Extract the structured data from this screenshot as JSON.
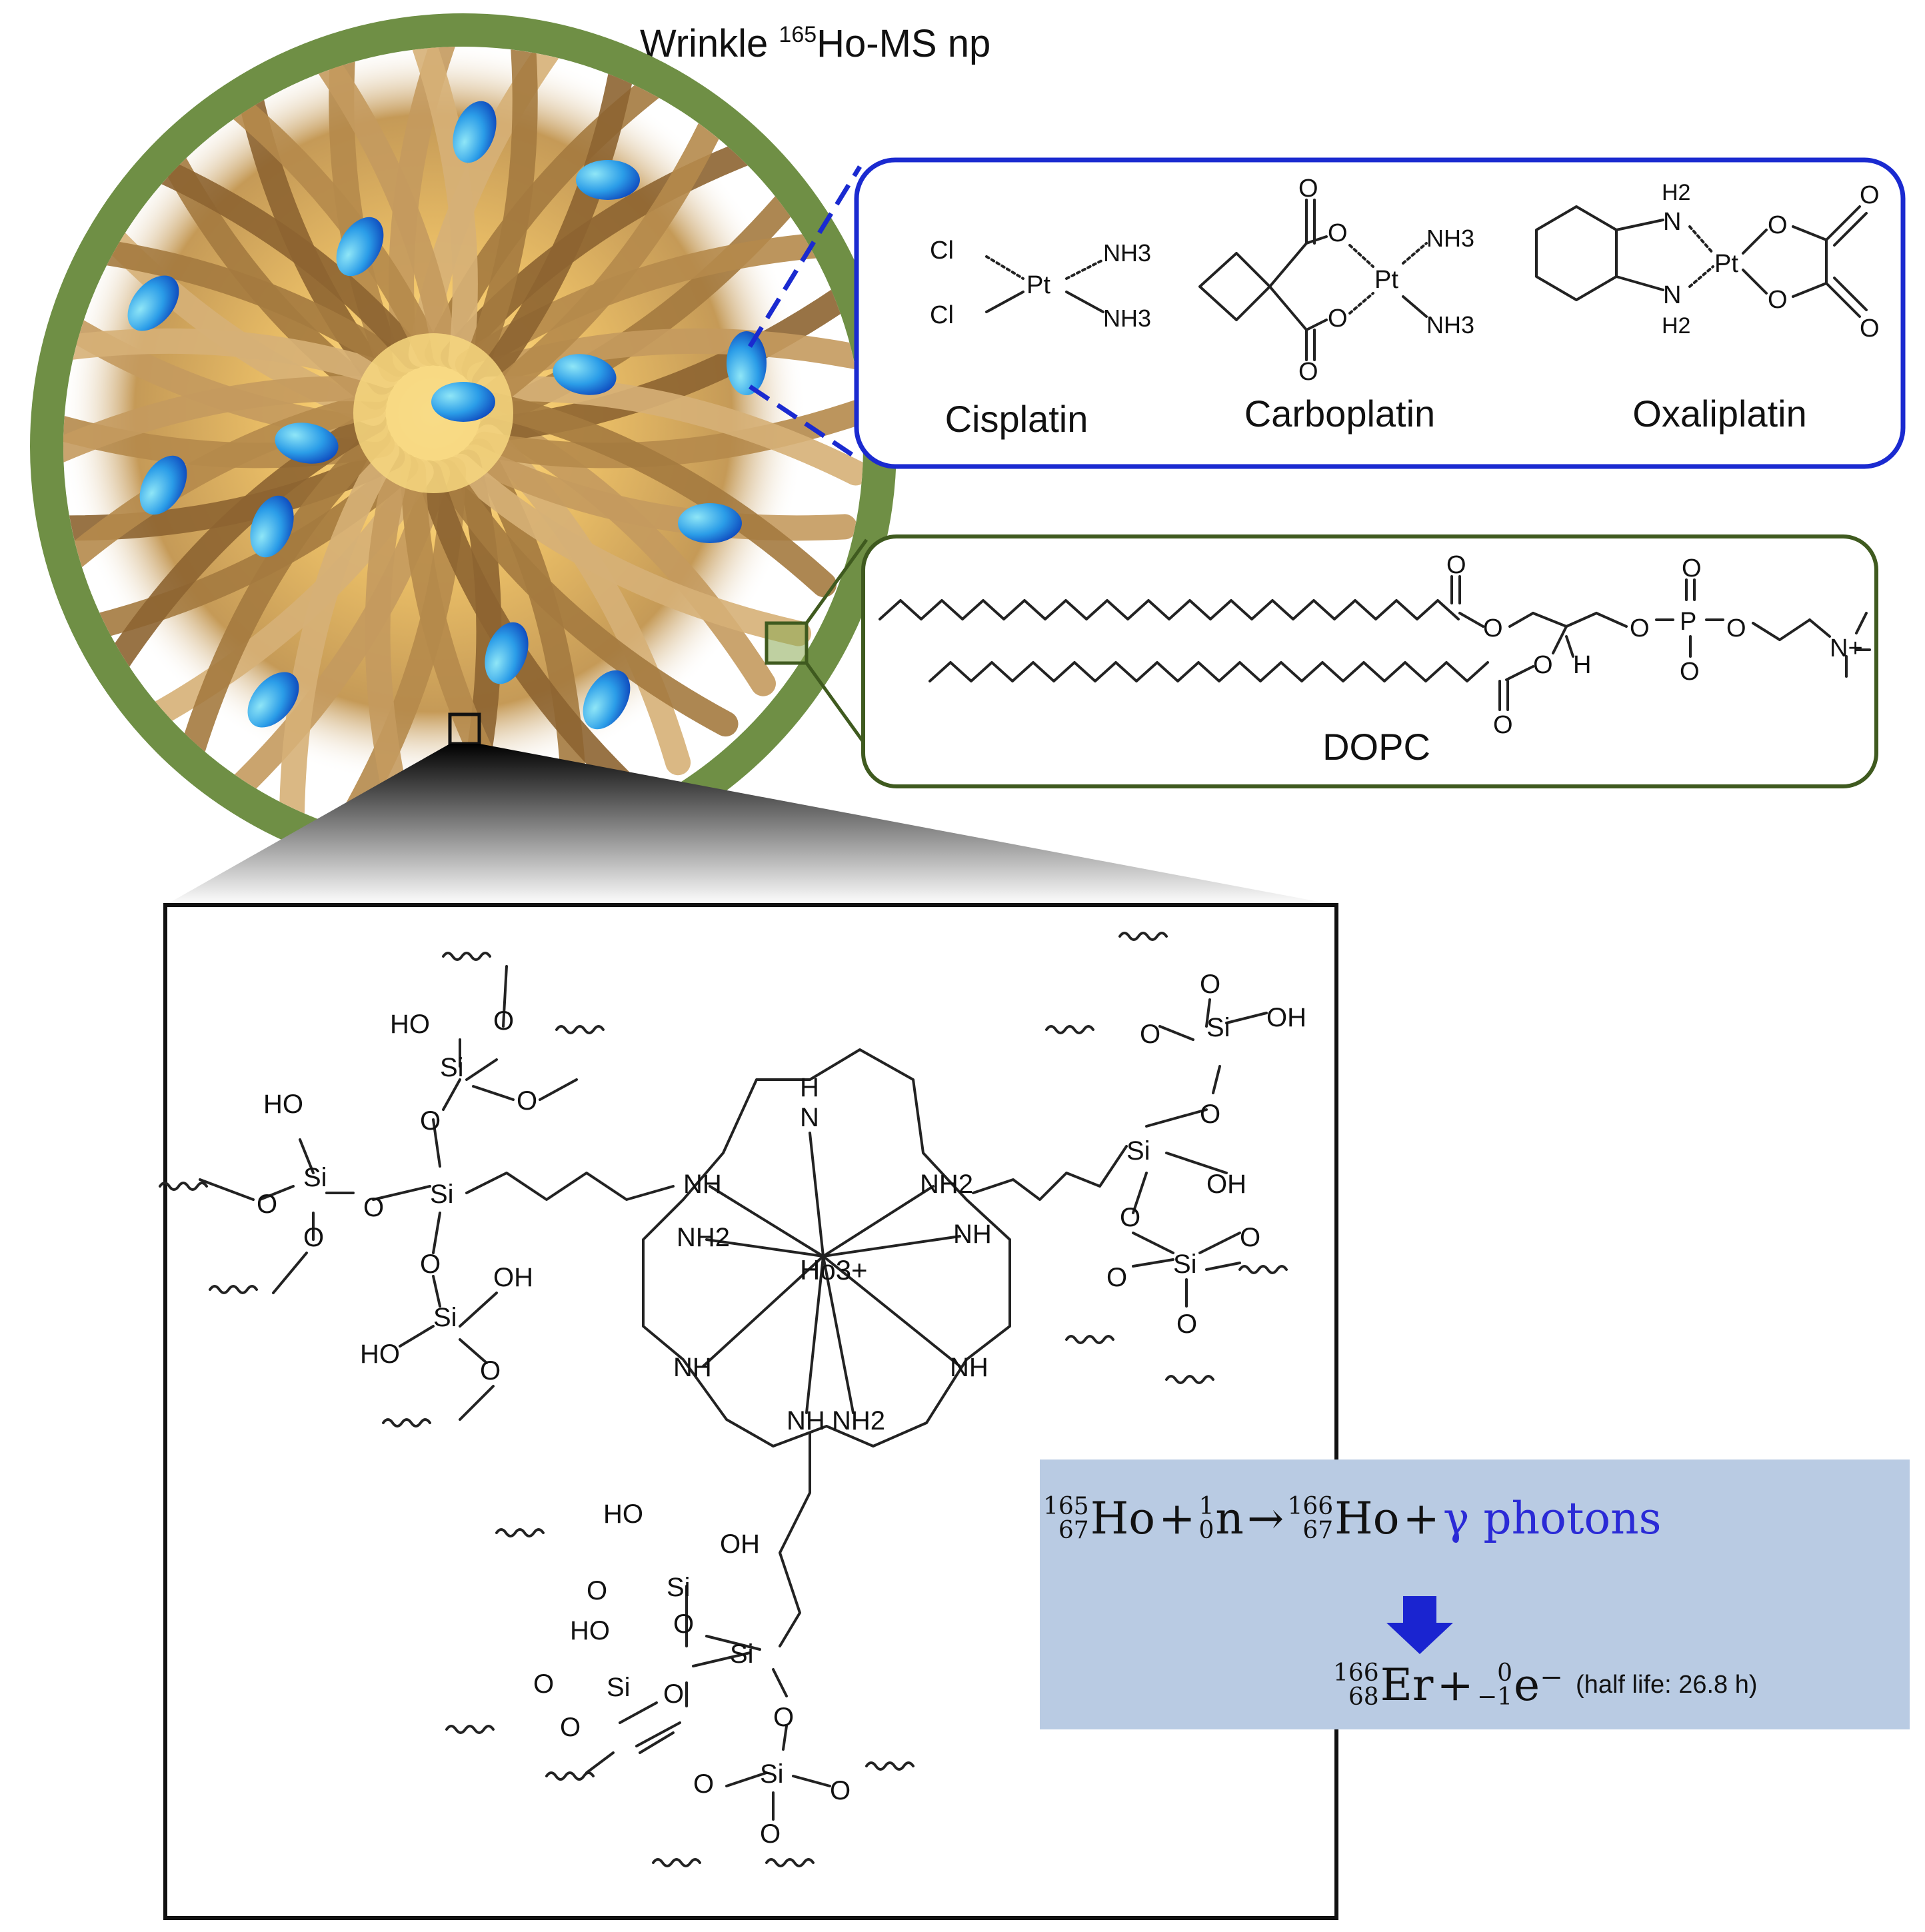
{
  "title": {
    "prefix": "Wrinkle ",
    "mass": "165",
    "suffix": "Ho-MS  np"
  },
  "drugs": [
    {
      "name": "Cisplatin"
    },
    {
      "name": "Carboplatin"
    },
    {
      "name": "Oxaliplatin"
    }
  ],
  "lipid": {
    "name": "DOPC"
  },
  "atoms": {
    "cl": "Cl",
    "nh3": "NH3",
    "pt": "Pt",
    "o": "O",
    "h2": "H2",
    "n": "N",
    "p": "P",
    "h": "H",
    "si": "Si",
    "oh": "OH",
    "ho": "HO",
    "nh": "NH",
    "nh2": "NH2",
    "ho3": "Ho3+",
    "nplus": "N+"
  },
  "reaction": {
    "ho165": {
      "mass": "165",
      "atomic": "67",
      "symbol": "Ho"
    },
    "neutron": {
      "mass": "1",
      "atomic": "0",
      "symbol": "n"
    },
    "ho166": {
      "mass": "166",
      "atomic": "67",
      "symbol": "Ho"
    },
    "gamma": "γ photons",
    "er166": {
      "mass": "166",
      "atomic": "68",
      "symbol": "Er"
    },
    "electron": {
      "mass": "0",
      "atomic": "−1",
      "symbol": "e⁻"
    },
    "plus": "+",
    "arrow": "→",
    "half_life": "(half life: 26.8 h)"
  },
  "colors": {
    "shell_green": "#6f8f45",
    "drug_box_border": "#1a2ad0",
    "lipid_box_border": "#3f5a1f",
    "fiber_brown": "#b08a4e",
    "core_gold": "#f2c66a",
    "drug_blue": "#1f6fd8",
    "reaction_bg": "#b9cbe3",
    "reaction_arrow": "#1a24d0",
    "gamma_text": "#2a2ad6"
  },
  "icons": [
    "drug-molecule-icon",
    "down-arrow-icon",
    "zoom-callout-icon"
  ]
}
